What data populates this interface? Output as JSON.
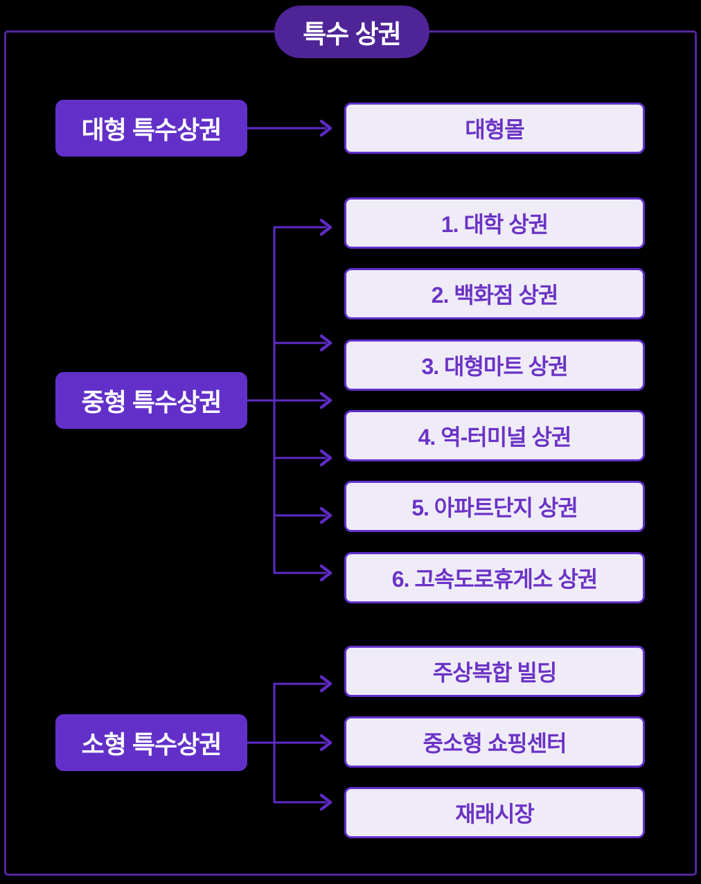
{
  "title": "특수 상권",
  "groups": [
    {
      "label": "대형 특수상권",
      "items": [
        "대형몰"
      ]
    },
    {
      "label": "중형 특수상권",
      "items": [
        "1. 대학 상권",
        "2. 백화점 상권",
        "3. 대형마트 상권",
        "4. 역-터미널 상권",
        "5. 아파트단지 상권",
        "6. 고속도로휴게소 상권"
      ]
    },
    {
      "label": "소형 특수상권",
      "items": [
        "주상복합 빌딩",
        "중소형 쇼핑센터",
        "재래시장"
      ]
    }
  ],
  "icons": {
    "arrowhead": "arrow-right-icon"
  },
  "colors": {
    "background": "#000000",
    "frame_border": "#54279f",
    "title_pill": "#4f2497",
    "label_node": "#6230c9",
    "item_fill": "#efecf8",
    "item_border": "#6131cc",
    "item_text": "#6b33c5",
    "connector": "#5e2bc6",
    "label_text": "#ffffff"
  }
}
